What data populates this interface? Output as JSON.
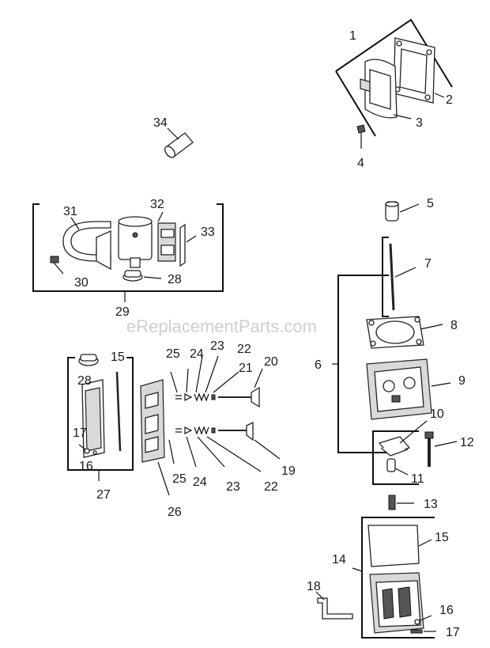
{
  "watermark": "eReplacementParts.com",
  "labels": {
    "l1": "1",
    "l2": "2",
    "l3": "3",
    "l4": "4",
    "l5": "5",
    "l6": "6",
    "l7": "7",
    "l8": "8",
    "l9": "9",
    "l10": "10",
    "l11": "11",
    "l12": "12",
    "l13": "13",
    "l14": "14",
    "l15a": "15",
    "l15b": "15",
    "l16a": "16",
    "l16b": "16",
    "l17a": "17",
    "l17b": "17",
    "l18": "18",
    "l19": "19",
    "l20": "20",
    "l21": "21",
    "l22a": "22",
    "l22b": "22",
    "l23a": "23",
    "l23b": "23",
    "l24a": "24",
    "l24b": "24",
    "l25a": "25",
    "l25b": "25",
    "l26": "26",
    "l27": "27",
    "l28a": "28",
    "l28b": "28",
    "l29": "29",
    "l30": "30",
    "l31": "31",
    "l32": "32",
    "l33": "33",
    "l34": "34"
  }
}
